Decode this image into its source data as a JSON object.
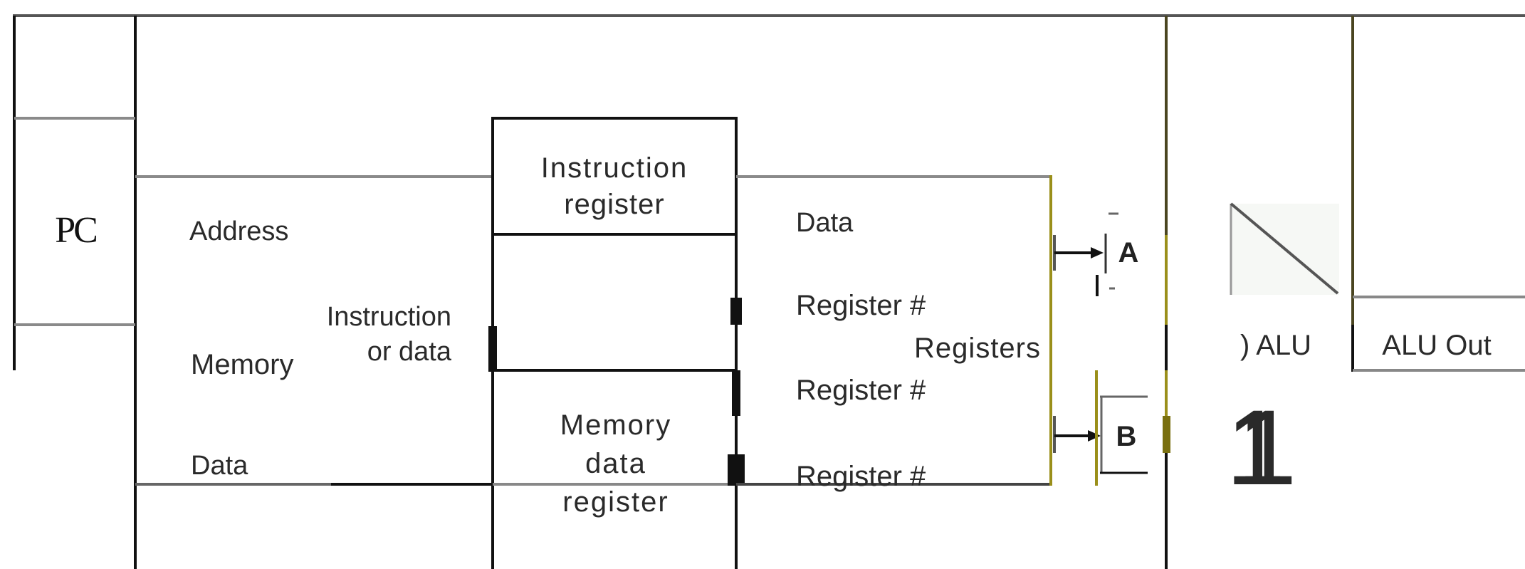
{
  "diagram": {
    "pc": "PC",
    "memory": {
      "address": "Address",
      "instruction_or_data_line1": "Instruction",
      "instruction_or_data_line2": "or data",
      "memory": "Memory",
      "data": "Data"
    },
    "instruction_register": {
      "line1": "Instruction",
      "line2": "register"
    },
    "memory_data_register": {
      "line1": "Memory",
      "line2": "data",
      "line3": "register"
    },
    "registers": {
      "data": "Data",
      "register_num_1": "Register #",
      "registers": "Registers",
      "register_num_2": "Register #",
      "register_num_3": "Register #"
    },
    "a": "A",
    "b": "B",
    "alu": ") ALU",
    "alu_out": "ALU Out",
    "stray_glyph": "1",
    "colors": {
      "black_wire": "#111111",
      "gray_wire": "#8a8a8a",
      "olive_wire": "#9a8f1a",
      "dark_olive_wire": "#4a4520"
    }
  }
}
